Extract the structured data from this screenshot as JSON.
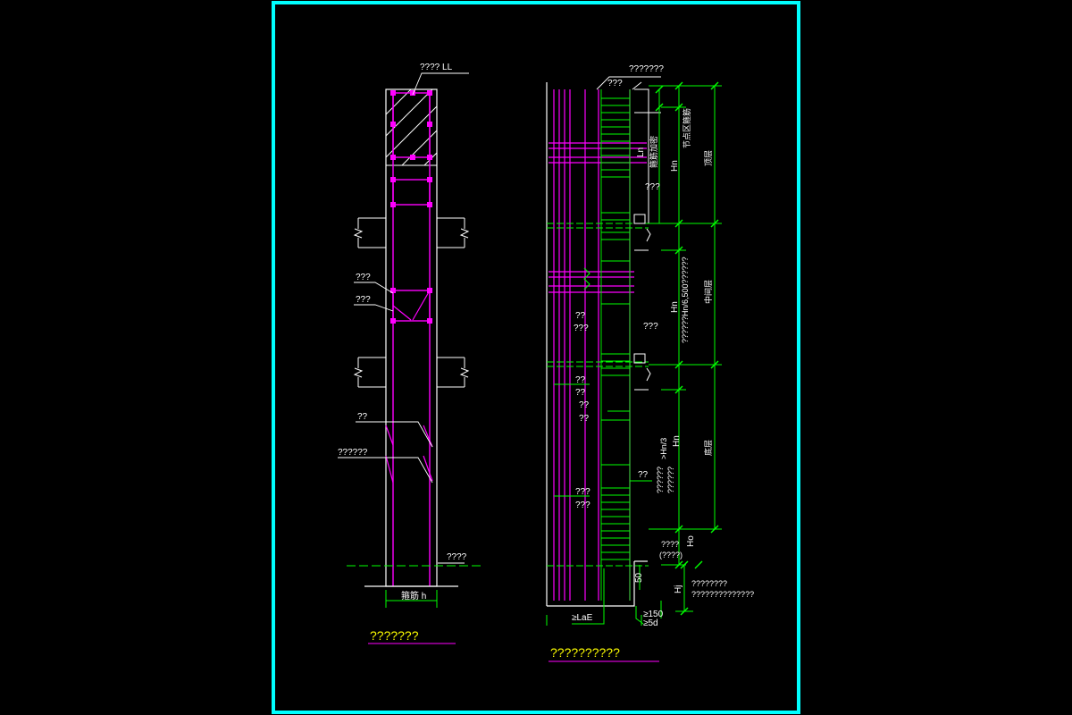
{
  "colors": {
    "background": "#000000",
    "frame": "#00ffff",
    "outline": "#ffffff",
    "rebar": "#ff00ff",
    "dimension": "#00ff00",
    "title_text": "#ffff00",
    "label_text": "#ffffff"
  },
  "left_figure": {
    "top_label": "???? LL",
    "stirrup_label_1": "???",
    "stirrup_label_2": "???",
    "bar_label_1": "??",
    "bar_label_2": "??????",
    "ground_label": "????",
    "base_label": "箍筋 h",
    "title": "???????"
  },
  "right_figure": {
    "top_label_1": "???????",
    "top_label_2": "???",
    "label_stirrup_top": "???",
    "label_stirrup_mid": "???",
    "lap_label_1": "??",
    "lap_label_2": "???",
    "lap_label_3": "??",
    "lap_label_4": "??",
    "lap_label_5": "??",
    "lap_label_6": "??",
    "lap_label_7": "???",
    "lap_label_8": "???",
    "label_q2": "??",
    "dim_ln": "Ln",
    "dim_hn_top": "Hn",
    "dim_hn_mid": "Hn",
    "dim_hn_bot": "Hn",
    "dim_ho": "Ho",
    "dim_hj": "Hj",
    "dim_50": "50",
    "node_text": "节点区箍筋",
    "top_layer": "顶层",
    "mid_layer": "中间层",
    "bottom_layer": "底层",
    "stirrup_dense": "箍筋加密",
    "mid_note": "??????Hn/6,500??????",
    "bottom_note_1": ">Hn/3",
    "bottom_note_2": "??????",
    "bottom_note_3": "??????",
    "base_note_1": "????",
    "base_note_2": "(????)",
    "foot_note_1": "????????",
    "foot_note_2": "??????????????",
    "lae_label": "≥LaE",
    "dim_150": "≥150",
    "dim_5d": "≥5d",
    "title": "??????????"
  }
}
